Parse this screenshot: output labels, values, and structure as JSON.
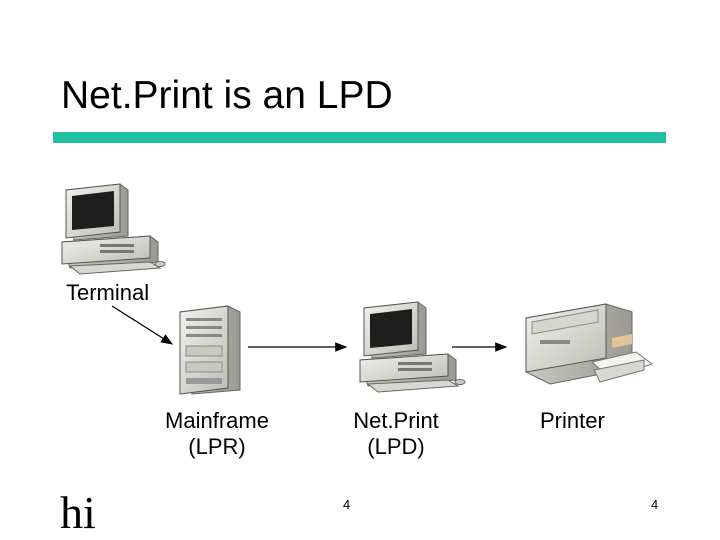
{
  "slide": {
    "title": "Net.Print is an LPD",
    "accent_color": "#22c0a0"
  },
  "nodes": {
    "terminal": {
      "label": "Terminal",
      "icon": "desktop-computer-icon"
    },
    "mainframe": {
      "label_line1": "Mainframe",
      "label_line2": "(LPR)",
      "icon": "server-tower-icon"
    },
    "netprint": {
      "label_line1": "Net.Print",
      "label_line2": "(LPD)",
      "icon": "desktop-computer-icon"
    },
    "printer": {
      "label": "Printer",
      "icon": "laser-printer-icon"
    }
  },
  "footer": {
    "logo_text": "hi",
    "page_number_center": "4",
    "page_number_right": "4"
  }
}
